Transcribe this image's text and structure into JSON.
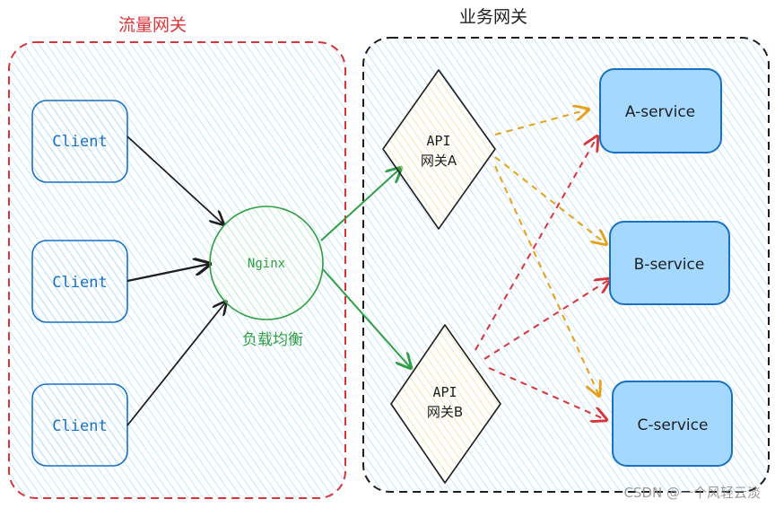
{
  "groups": {
    "traffic": {
      "title": "流量网关",
      "color": "#d9343a"
    },
    "business": {
      "title": "业务网关",
      "color": "#1e1e1e"
    }
  },
  "clients": [
    "Client",
    "Client",
    "Client"
  ],
  "nginx": {
    "label": "Nginx",
    "caption": "负载均衡",
    "color": "#2f9e44"
  },
  "api_gateways": [
    {
      "line1": "API",
      "line2": "网关A"
    },
    {
      "line1": "API",
      "line2": "网关B"
    }
  ],
  "services": [
    "A-service",
    "B-service",
    "C-service"
  ],
  "colors": {
    "client_stroke": "#1971c2",
    "hatch": "#a5d8ff",
    "service_fill": "#a5d8ff",
    "api_fill": "#fff3bf",
    "arrow_a": "#e6a11a",
    "arrow_b": "#d9343a",
    "arrow_green": "#2f9e44",
    "arrow_black": "#1e1e1e"
  },
  "watermark": "CSDN @一个风轻云淡"
}
